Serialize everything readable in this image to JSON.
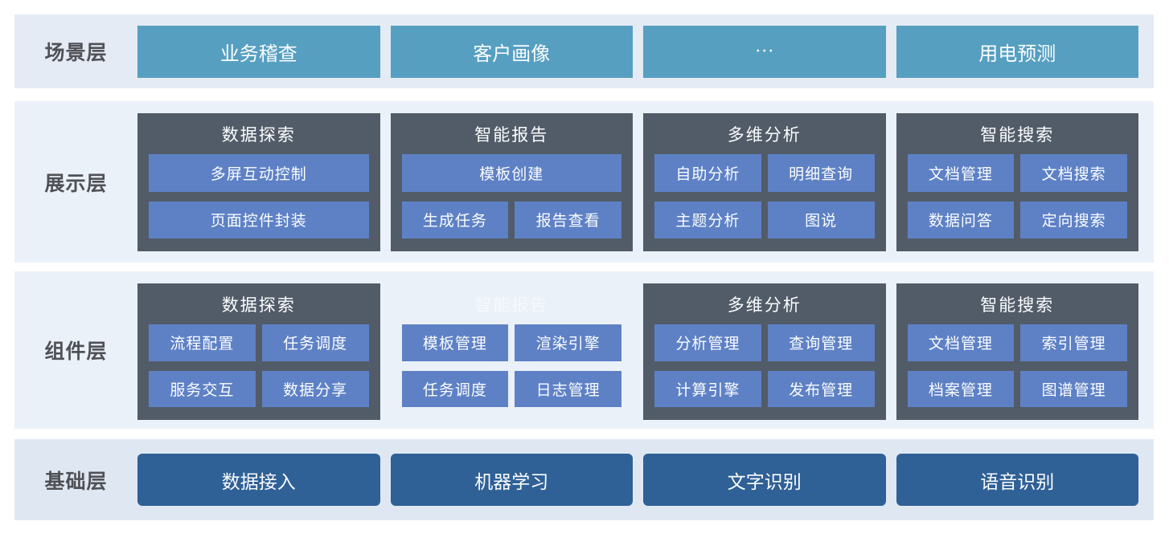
{
  "colors": {
    "page_bg": "#ffffff",
    "scene_band_bg": "#e4ebf4",
    "middle_band_bg": "#ebf1f8",
    "foundation_band_bg": "#dfe8f2",
    "scene_block": "#569fc1",
    "card_bg": "#525c68",
    "item_block": "#5e81c6",
    "foundation_block": "#2f6096",
    "layer_label_text": "#4f5156",
    "white_text": "#fbfdfe"
  },
  "layers": [
    {
      "label": "场景层",
      "type": "scenario-blocks",
      "items": [
        "业务稽查",
        "客户画像",
        "···",
        "用电预测"
      ]
    },
    {
      "label": "展示层",
      "type": "cards",
      "cards": [
        {
          "title": "数据探索",
          "layout": "rows",
          "items": [
            "多屏互动控制",
            "页面控件封装"
          ]
        },
        {
          "title": "智能报告",
          "layout": "wide-first",
          "items": [
            "模板创建",
            "生成任务",
            "报告查看"
          ]
        },
        {
          "title": "多维分析",
          "layout": "grid",
          "items": [
            "自助分析",
            "明细查询",
            "主题分析",
            "图说"
          ]
        },
        {
          "title": "智能搜索",
          "layout": "grid",
          "items": [
            "文档管理",
            "文档搜索",
            "数据问答",
            "定向搜索"
          ]
        }
      ]
    },
    {
      "label": "组件层",
      "type": "cards",
      "cards": [
        {
          "title": "数据探索",
          "layout": "grid",
          "items": [
            "流程配置",
            "任务调度",
            "服务交互",
            "数据分享"
          ]
        },
        {
          "title": "智能报告",
          "layout": "grid",
          "transparent": true,
          "items": [
            "模板管理",
            "渲染引擎",
            "任务调度",
            "日志管理"
          ]
        },
        {
          "title": "多维分析",
          "layout": "grid",
          "items": [
            "分析管理",
            "查询管理",
            "计算引擎",
            "发布管理"
          ]
        },
        {
          "title": "智能搜索",
          "layout": "grid",
          "items": [
            "文档管理",
            "索引管理",
            "档案管理",
            "图谱管理"
          ]
        }
      ]
    },
    {
      "label": "基础层",
      "type": "foundation-blocks",
      "items": [
        "数据接入",
        "机器学习",
        "文字识别",
        "语音识别"
      ]
    }
  ]
}
